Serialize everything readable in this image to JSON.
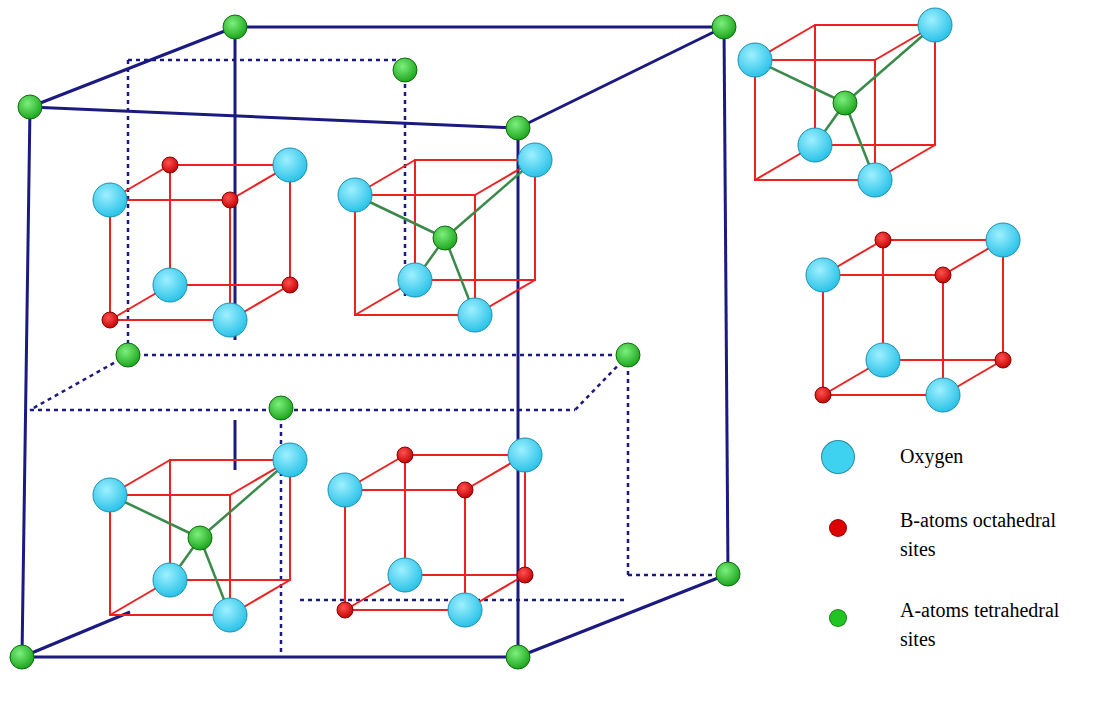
{
  "diagram": {
    "legend": [
      {
        "text": "Oxygen",
        "color": "#3fd2f0"
      },
      {
        "text": "B-atoms octahedral sites",
        "color": "#dd0000"
      },
      {
        "text": "A-atoms tetrahedral sites",
        "color": "#22c422"
      }
    ]
  }
}
